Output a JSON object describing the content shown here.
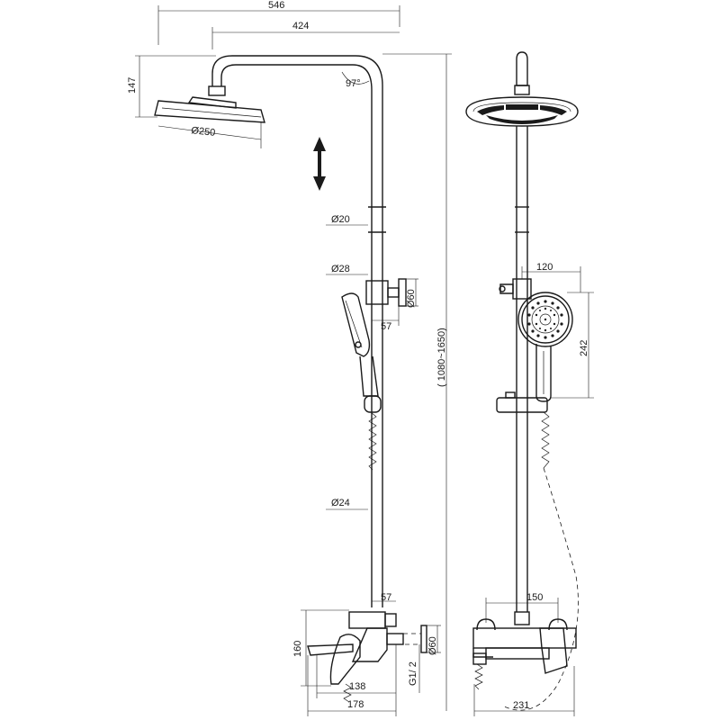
{
  "dimensions": {
    "overall_width": "546",
    "arm_reach": "424",
    "head_height": "147",
    "head_angle": "97°",
    "head_diameter": "Ø250",
    "rail_diameter_upper": "Ø20",
    "rail_diameter_middle": "Ø28",
    "holder_diameter": "Ø60",
    "holder_offset": "57",
    "height_range": "( 1080~1650)",
    "rail_diameter_lower": "Ø24",
    "mixer_offset": "57",
    "mixer_height": "160",
    "escutcheon_diameter": "Ø60",
    "thread": "G1/ 2",
    "spout_reach_inner": "138",
    "spout_reach_outer": "178",
    "handset_width": "120",
    "handset_height": "242",
    "inlet_centres": "150",
    "mixer_width": "231"
  },
  "colors": {
    "line": "#1a1a1a",
    "background": "#ffffff"
  }
}
